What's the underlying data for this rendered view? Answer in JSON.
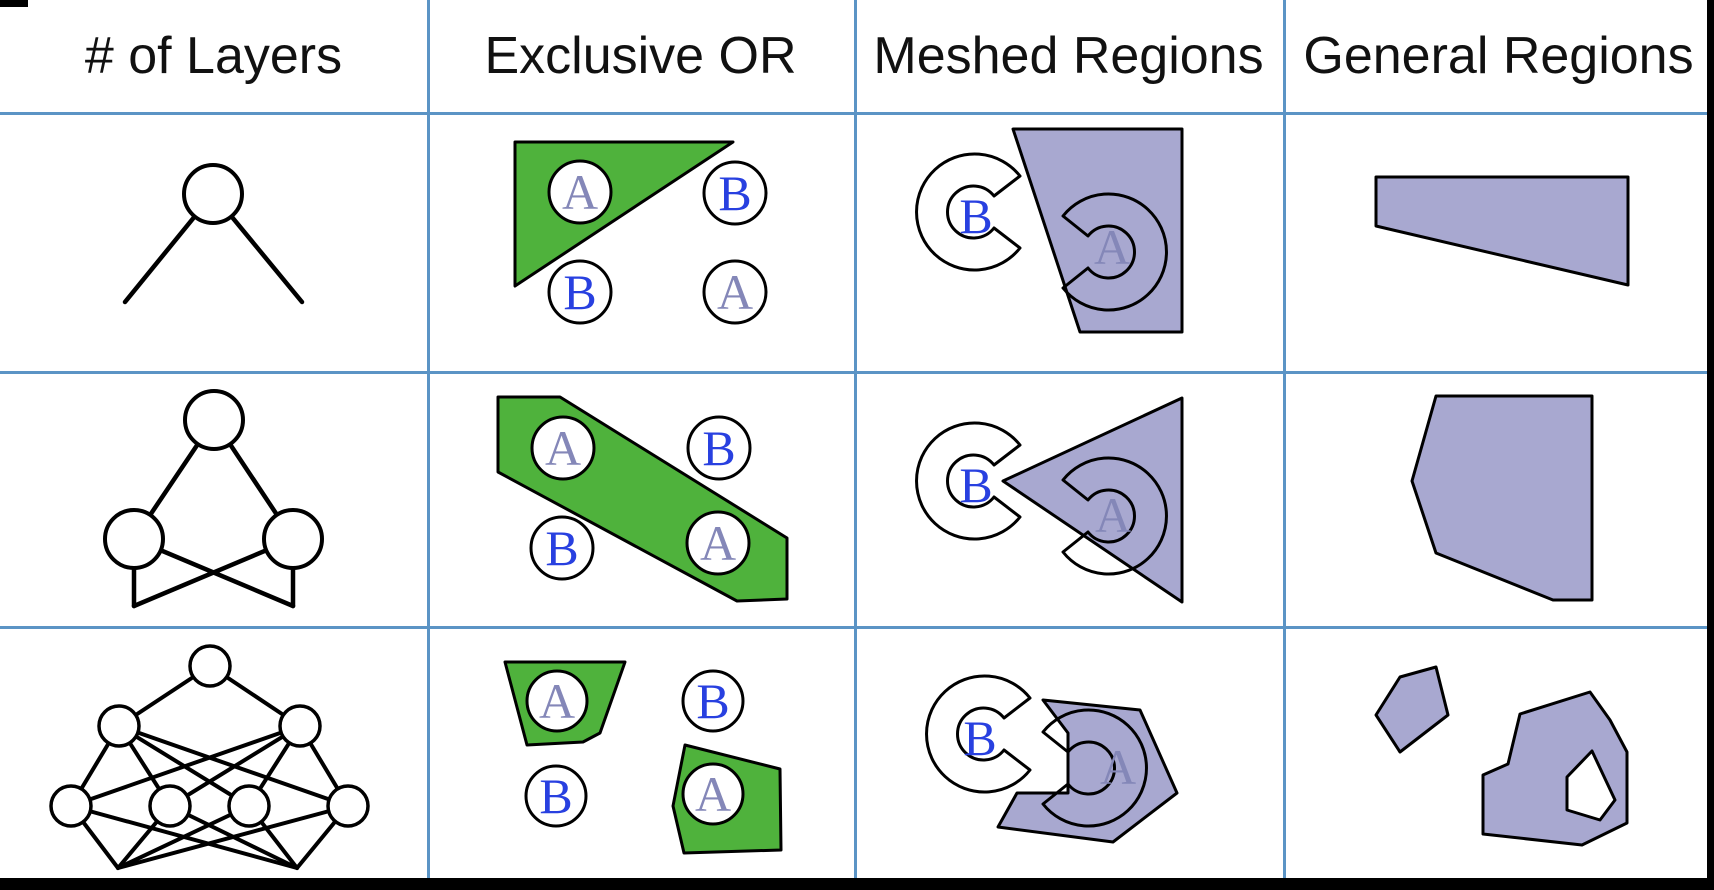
{
  "table": {
    "headers": [
      "# of Layers",
      "Exclusive OR",
      "Meshed Regions",
      "General Regions"
    ]
  },
  "labels": {
    "class_a": "A",
    "class_b": "B"
  },
  "colors": {
    "grid_line": "#5b94c5",
    "region_green": "#4fb23c",
    "region_purple": "#a8a8d0",
    "class_a_text": "#8487b8",
    "class_b_text": "#2840e0",
    "outline": "#000000",
    "bottom_bar": "#000000"
  },
  "structure": {
    "row_count": 3,
    "column_count": 4
  }
}
